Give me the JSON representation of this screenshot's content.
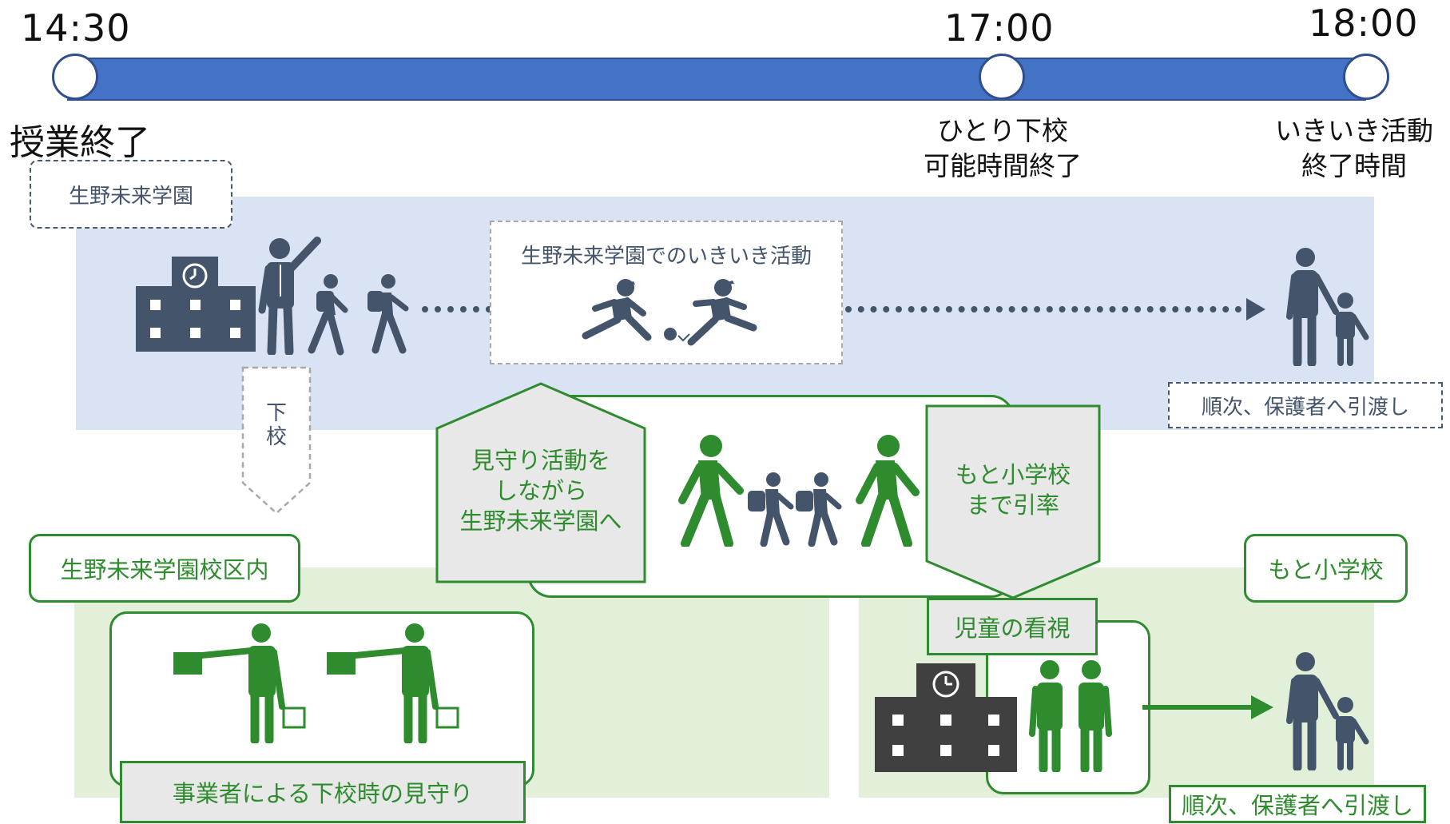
{
  "timeline": {
    "times": {
      "start": "14:30",
      "mid": "17:00",
      "end": "18:00"
    },
    "milestones": {
      "start": "授業終了",
      "mid_line1": "ひとり下校",
      "mid_line2": "可能時間終了",
      "end_line1": "いきいき活動",
      "end_line2": "終了時間"
    },
    "bar_color": "#4472c4"
  },
  "upper_zone": {
    "label": "生野未来学園",
    "activity_label": "生野未来学園でのいきいき活動",
    "leave_label_1": "下",
    "leave_label_2": "校",
    "handover": "順次、保護者へ引渡し",
    "bg_color": "#dae3f3"
  },
  "escort": {
    "left_label_1": "見守り活動を",
    "left_label_2": "しながら",
    "left_label_3": "生野未来学園へ",
    "right_label_1": "もと小学校",
    "right_label_2": "まで引率"
  },
  "lower_left": {
    "zone_label": "生野未来学園校区内",
    "caption": "事業者による下校時の見守り",
    "bg_color": "#e2f0d9"
  },
  "lower_right": {
    "zone_label": "もと小学校",
    "supervision": "児童の看視",
    "handover": "順次、保護者へ引渡し"
  },
  "colors": {
    "green": "#2e8b2e",
    "slate": "#44546a"
  }
}
